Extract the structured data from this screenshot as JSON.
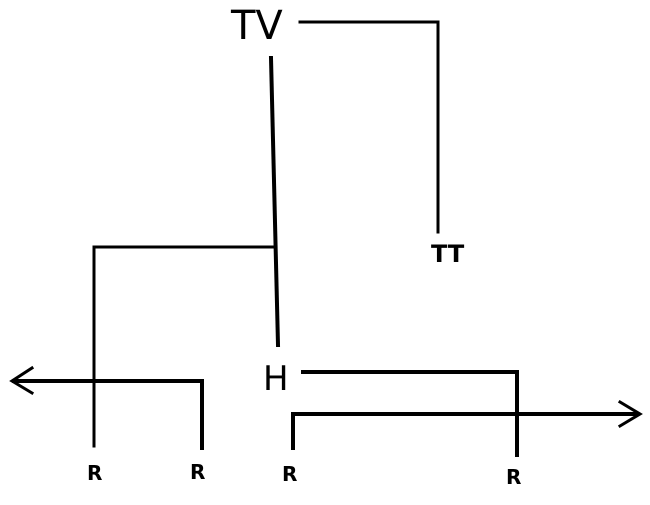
{
  "diagram": {
    "nodes": {
      "tv": "TV",
      "tt": "TT",
      "h": "H",
      "r1": "R",
      "r2": "R",
      "r3": "R",
      "r4": "R"
    }
  }
}
